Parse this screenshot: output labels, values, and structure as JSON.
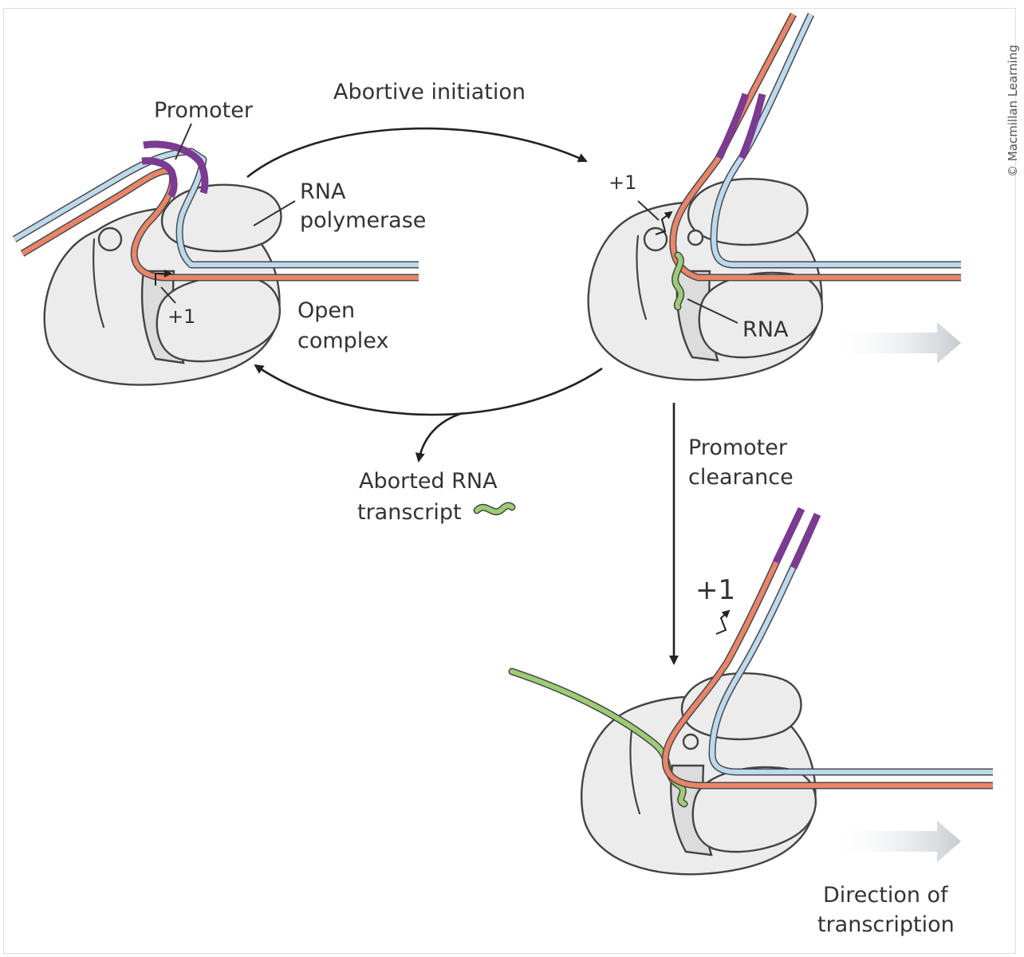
{
  "copyright": "© Macmillan Learning",
  "labels": {
    "promoter": "Promoter",
    "rna_polymerase_line1": "RNA",
    "rna_polymerase_line2": "polymerase",
    "plus_one": "+1",
    "open_complex_line1": "Open",
    "open_complex_line2": "complex",
    "abortive_initiation": "Abortive initiation",
    "rna": "RNA",
    "aborted_line1": "Aborted RNA",
    "aborted_line2": "transcript",
    "promoter_clearance_line1": "Promoter",
    "promoter_clearance_line2": "clearance",
    "direction_line1": "Direction of",
    "direction_line2": "transcription"
  },
  "colors": {
    "template_strand": "#e98568",
    "nontemplate_strand": "#bcd9ee",
    "promoter": "#7b3b91",
    "rna": "#9ccd76",
    "polymerase": "#ececec"
  }
}
